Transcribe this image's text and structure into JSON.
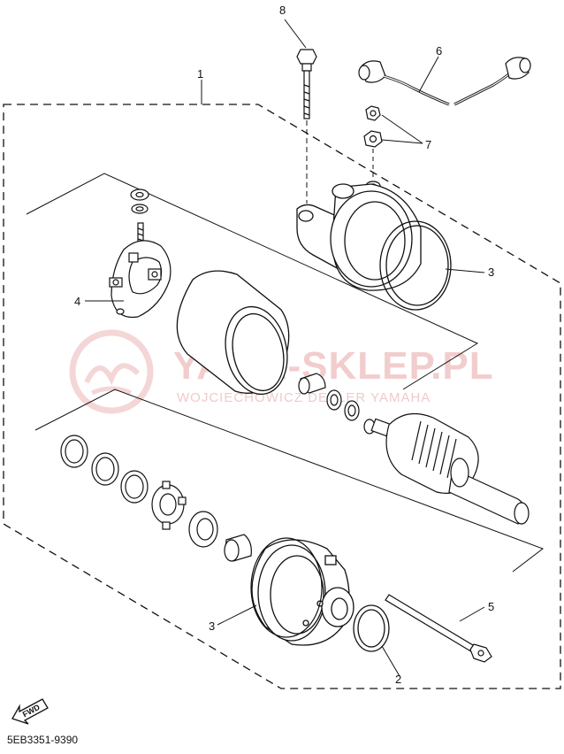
{
  "callouts": {
    "c1": "1",
    "c2": "2",
    "c3_upper": "3",
    "c3_lower": "3",
    "c4": "4",
    "c5": "5",
    "c6": "6",
    "c7": "7",
    "c8": "8"
  },
  "watermark": {
    "title": "YAMA-SKLEP.PL",
    "subtitle": "WOJCIECHOWICZ DEALER YAMAHA"
  },
  "fwd_label": "FWD",
  "diagram_code": "5EB3351-9390",
  "colors": {
    "line": "#111111",
    "watermark": "#e8a6a6"
  }
}
